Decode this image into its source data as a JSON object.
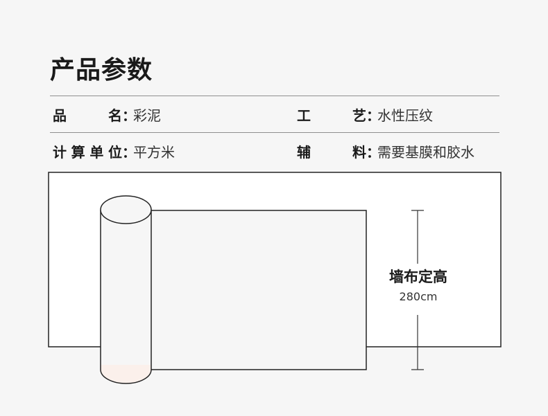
{
  "title": "产品参数",
  "specs": [
    {
      "label": "品名",
      "value": "彩泥"
    },
    {
      "label": "工艺",
      "value": "水性压纹"
    },
    {
      "label": "计算单位",
      "value": "平方米"
    },
    {
      "label": "辅料",
      "value": "需要基膜和胶水"
    }
  ],
  "colon": "：",
  "diagram": {
    "height_label": "墙布定高",
    "height_value": "280cm"
  },
  "colors": {
    "background": "#f6f6f6",
    "panel": "#ffffff",
    "stroke": "#222222",
    "roll_bottom_tint": "#fbf0eb"
  }
}
